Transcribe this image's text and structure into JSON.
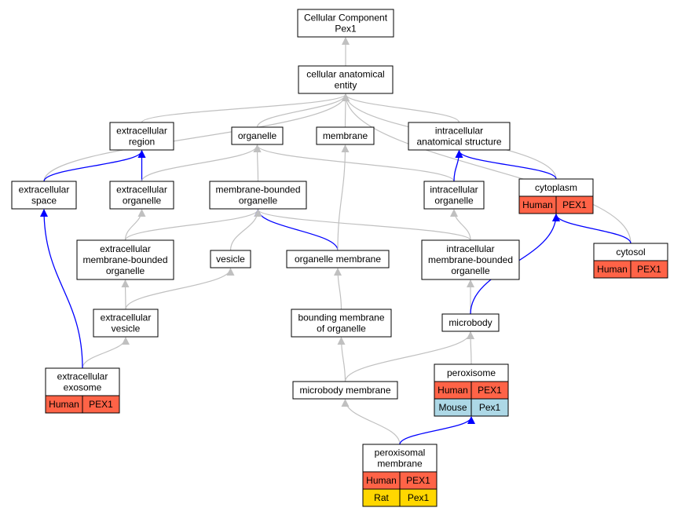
{
  "colors": {
    "grey_edge": "#c0c0c0",
    "blue_edge": "#0000ff",
    "Human": "#ff6347",
    "Mouse": "#add8e6",
    "Rat": "#ffd700"
  },
  "nodes": [
    {
      "id": "cc",
      "lines": [
        "Cellular Component",
        "Pex1"
      ]
    },
    {
      "id": "cae",
      "lines": [
        "cellular anatomical",
        "entity"
      ]
    },
    {
      "id": "extreg",
      "lines": [
        "extracellular",
        "region"
      ]
    },
    {
      "id": "organelle",
      "lines": [
        "organelle"
      ]
    },
    {
      "id": "membrane",
      "lines": [
        "membrane"
      ]
    },
    {
      "id": "ias",
      "lines": [
        "intracellular",
        "anatomical structure"
      ]
    },
    {
      "id": "extspace",
      "lines": [
        "extracellular",
        "space"
      ]
    },
    {
      "id": "extorg",
      "lines": [
        "extracellular",
        "organelle"
      ]
    },
    {
      "id": "mbo",
      "lines": [
        "membrane-bounded",
        "organelle"
      ]
    },
    {
      "id": "intorg",
      "lines": [
        "intracellular",
        "organelle"
      ]
    },
    {
      "id": "cytoplasm",
      "lines": [
        "cytoplasm"
      ],
      "annotations": [
        {
          "species": "Human",
          "gene": "PEX1"
        }
      ]
    },
    {
      "id": "embo",
      "lines": [
        "extracellular",
        "membrane-bounded",
        "organelle"
      ]
    },
    {
      "id": "vesicle",
      "lines": [
        "vesicle"
      ]
    },
    {
      "id": "orgmem",
      "lines": [
        "organelle membrane"
      ]
    },
    {
      "id": "imbo",
      "lines": [
        "intracellular",
        "membrane-bounded",
        "organelle"
      ]
    },
    {
      "id": "cytosol",
      "lines": [
        "cytosol"
      ],
      "annotations": [
        {
          "species": "Human",
          "gene": "PEX1"
        }
      ]
    },
    {
      "id": "extves",
      "lines": [
        "extracellular",
        "vesicle"
      ]
    },
    {
      "id": "bmo",
      "lines": [
        "bounding membrane",
        "of organelle"
      ]
    },
    {
      "id": "microbody",
      "lines": [
        "microbody"
      ]
    },
    {
      "id": "exosome",
      "lines": [
        "extracellular",
        "exosome"
      ],
      "annotations": [
        {
          "species": "Human",
          "gene": "PEX1"
        }
      ]
    },
    {
      "id": "mbmem",
      "lines": [
        "microbody membrane"
      ]
    },
    {
      "id": "perox",
      "lines": [
        "peroxisome"
      ],
      "annotations": [
        {
          "species": "Human",
          "gene": "PEX1"
        },
        {
          "species": "Mouse",
          "gene": "Pex1"
        }
      ]
    },
    {
      "id": "pmem",
      "lines": [
        "peroxisomal",
        "membrane"
      ],
      "annotations": [
        {
          "species": "Human",
          "gene": "PEX1"
        },
        {
          "species": "Rat",
          "gene": "Pex1"
        }
      ]
    }
  ],
  "edges": [
    {
      "from": "cae",
      "to": "cc",
      "kind": "is_a"
    },
    {
      "from": "extreg",
      "to": "cae",
      "kind": "is_a"
    },
    {
      "from": "organelle",
      "to": "cae",
      "kind": "is_a"
    },
    {
      "from": "membrane",
      "to": "cae",
      "kind": "is_a"
    },
    {
      "from": "ias",
      "to": "cae",
      "kind": "is_a"
    },
    {
      "from": "extspace",
      "to": "cae",
      "kind": "is_a"
    },
    {
      "from": "cytoplasm",
      "to": "cae",
      "kind": "is_a"
    },
    {
      "from": "cytosol",
      "to": "cae",
      "kind": "is_a"
    },
    {
      "from": "extspace",
      "to": "extreg",
      "kind": "part_of"
    },
    {
      "from": "extorg",
      "to": "extreg",
      "kind": "part_of"
    },
    {
      "from": "extorg",
      "to": "organelle",
      "kind": "is_a"
    },
    {
      "from": "mbo",
      "to": "organelle",
      "kind": "is_a"
    },
    {
      "from": "intorg",
      "to": "organelle",
      "kind": "is_a"
    },
    {
      "from": "intorg",
      "to": "ias",
      "kind": "part_of"
    },
    {
      "from": "cytoplasm",
      "to": "ias",
      "kind": "part_of"
    },
    {
      "from": "embo",
      "to": "extorg",
      "kind": "is_a"
    },
    {
      "from": "embo",
      "to": "mbo",
      "kind": "is_a"
    },
    {
      "from": "vesicle",
      "to": "mbo",
      "kind": "is_a"
    },
    {
      "from": "orgmem",
      "to": "mbo",
      "kind": "part_of"
    },
    {
      "from": "orgmem",
      "to": "membrane",
      "kind": "is_a"
    },
    {
      "from": "imbo",
      "to": "mbo",
      "kind": "is_a"
    },
    {
      "from": "imbo",
      "to": "intorg",
      "kind": "is_a"
    },
    {
      "from": "cytosol",
      "to": "cytoplasm",
      "kind": "part_of"
    },
    {
      "from": "extves",
      "to": "embo",
      "kind": "is_a"
    },
    {
      "from": "extves",
      "to": "vesicle",
      "kind": "is_a"
    },
    {
      "from": "bmo",
      "to": "orgmem",
      "kind": "is_a"
    },
    {
      "from": "microbody",
      "to": "imbo",
      "kind": "is_a"
    },
    {
      "from": "microbody",
      "to": "cytoplasm",
      "kind": "part_of"
    },
    {
      "from": "exosome",
      "to": "extves",
      "kind": "is_a"
    },
    {
      "from": "exosome",
      "to": "extspace",
      "kind": "part_of"
    },
    {
      "from": "mbmem",
      "to": "bmo",
      "kind": "is_a"
    },
    {
      "from": "mbmem",
      "to": "microbody",
      "kind": "is_a"
    },
    {
      "from": "perox",
      "to": "microbody",
      "kind": "is_a"
    },
    {
      "from": "pmem",
      "to": "mbmem",
      "kind": "is_a"
    },
    {
      "from": "pmem",
      "to": "perox",
      "kind": "part_of"
    }
  ]
}
